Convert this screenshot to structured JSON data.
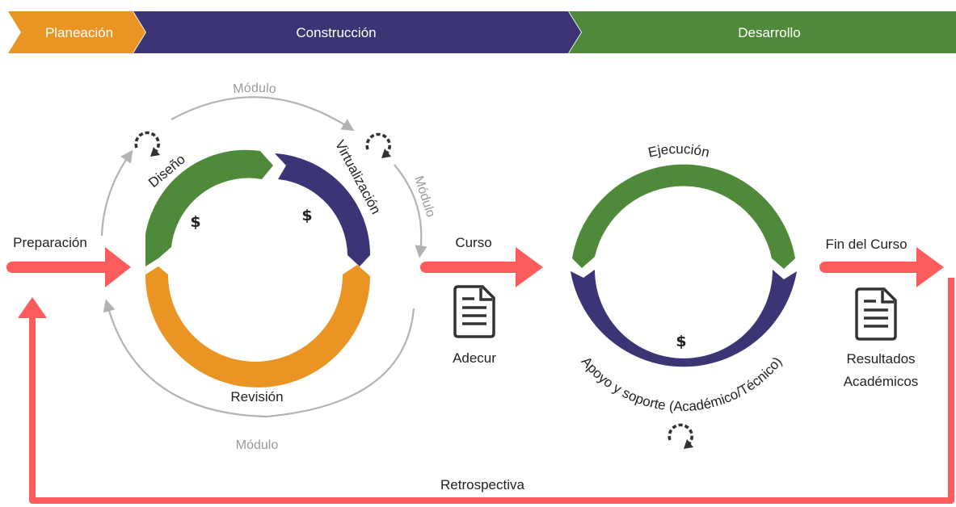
{
  "phases": {
    "planeacion": "Planeación",
    "construccion": "Construcción",
    "desarrollo": "Desarrollo"
  },
  "labels": {
    "preparacion": "Preparación",
    "curso": "Curso",
    "adecur": "Adecur",
    "fin_curso": "Fin del Curso",
    "resultados_line1": "Resultados",
    "resultados_line2": "Académicos",
    "retrospectiva": "Retrospectiva"
  },
  "cycle1": {
    "diseno": "Diseño",
    "virtualizacion": "Virtualización",
    "revision": "Revisión",
    "dollar_left": "$",
    "dollar_right": "$"
  },
  "outer_cycle": {
    "modulo_top": "Módulo",
    "modulo_right": "Módulo",
    "modulo_bottom": "Módulo"
  },
  "cycle2": {
    "ejecucion": "Ejecución",
    "apoyo": "Apoyo y soporte (Académico/Técnico)",
    "dollar": "$"
  },
  "colors": {
    "orange": "#ea9423",
    "navy": "#3b3576",
    "green": "#4e8a3a",
    "red": "#fd5c5c",
    "gray": "#b3b3b3",
    "dark": "#333333"
  },
  "icons": [
    "refresh-icon",
    "document-icon"
  ]
}
